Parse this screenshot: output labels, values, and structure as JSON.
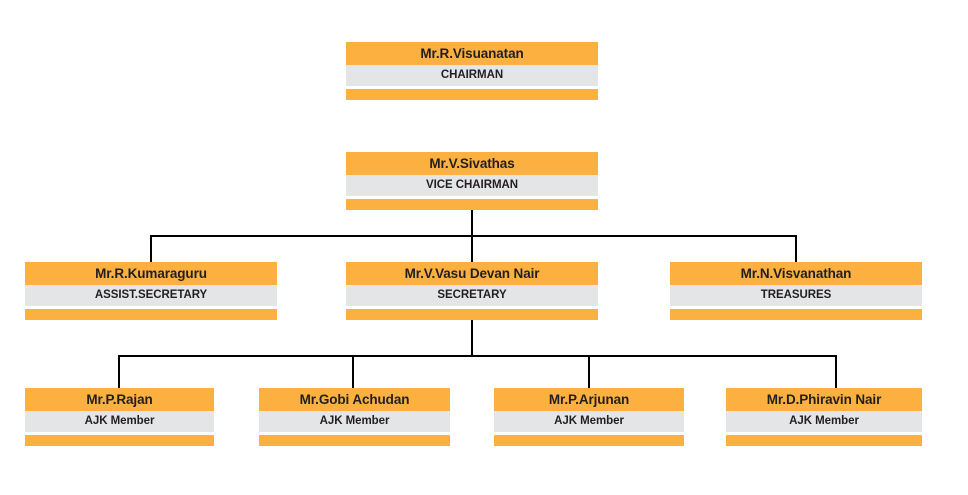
{
  "chart": {
    "title_text": "",
    "colors": {
      "name_band": "#FBB040",
      "role_band": "#E4E5E7",
      "connector": "#000000",
      "background": "#FFFFFF",
      "text": "#231F20"
    },
    "levels": [
      {
        "level": 1,
        "nodes": [
          {
            "name": "Mr.R.Visuanatan",
            "role": "CHAIRMAN"
          }
        ]
      },
      {
        "level": 2,
        "nodes": [
          {
            "name": "Mr.V.Sivathas",
            "role": "VICE CHAIRMAN"
          }
        ]
      },
      {
        "level": 3,
        "nodes": [
          {
            "name": "Mr.R.Kumaraguru",
            "role": "ASSIST.SECRETARY"
          },
          {
            "name": "Mr.V.Vasu Devan Nair",
            "role": "SECRETARY"
          },
          {
            "name": "Mr.N.Visvanathan",
            "role": "TREASURES"
          }
        ]
      },
      {
        "level": 4,
        "nodes": [
          {
            "name": "Mr.P.Rajan",
            "role": "AJK Member"
          },
          {
            "name": "Mr.Gobi Achudan",
            "role": "AJK Member"
          },
          {
            "name": "Mr.P.Arjunan",
            "role": "AJK Member"
          },
          {
            "name": "Mr.D.Phiravin Nair",
            "role": "AJK Member"
          }
        ]
      }
    ]
  }
}
